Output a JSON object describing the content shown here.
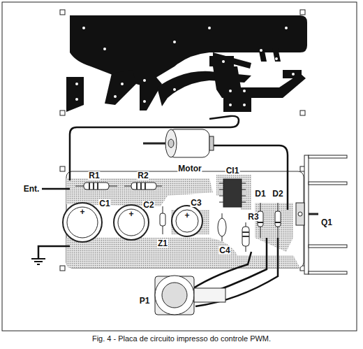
{
  "diagram": {
    "caption": "Fig. 4 - Placa de circuito impresso do controle PWM.",
    "labels": [
      "Motor",
      "R1",
      "R2",
      "CI1",
      "Ent.",
      "C1",
      "C2",
      "C3",
      "D1",
      "D2",
      "Q1",
      "+",
      "+",
      "+",
      "Z1",
      "R3",
      "C4",
      "P1"
    ]
  }
}
